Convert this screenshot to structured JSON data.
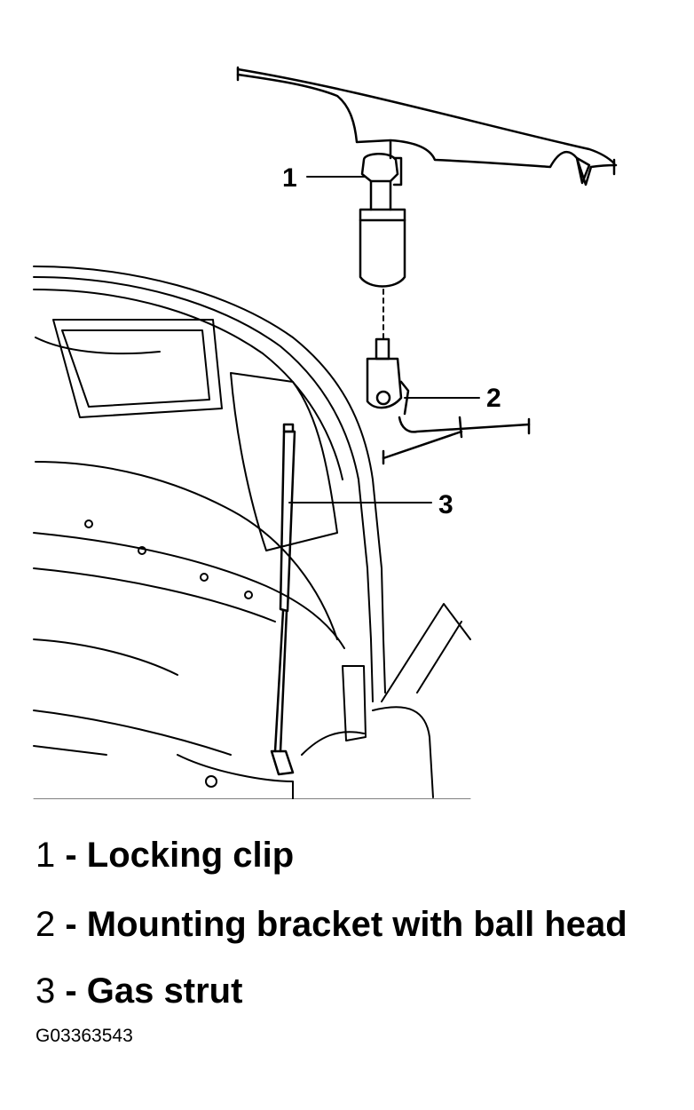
{
  "callouts": {
    "c1": "1",
    "c2": "2",
    "c3": "3"
  },
  "legend": [
    {
      "num": "1",
      "sep": " - ",
      "text": "Locking clip"
    },
    {
      "num": "2",
      "sep": " - ",
      "text": "Mounting bracket with ball head"
    },
    {
      "num": "3",
      "sep": " - ",
      "text": "Gas strut"
    }
  ],
  "figure_code": "G03363543"
}
